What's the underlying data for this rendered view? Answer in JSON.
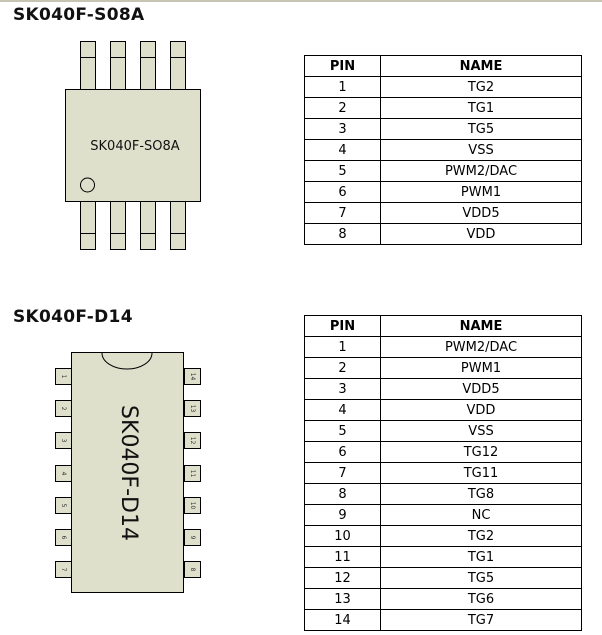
{
  "colors": {
    "chip_fill": "#dee0cc",
    "outline": "#000000"
  },
  "packages": [
    {
      "title": "SK040F-S08A",
      "chip_label": "SK040F-SO8A",
      "table": {
        "headers": [
          "PIN",
          "NAME"
        ],
        "rows": [
          {
            "pin": "1",
            "name": "TG2"
          },
          {
            "pin": "2",
            "name": "TG1"
          },
          {
            "pin": "3",
            "name": "TG5"
          },
          {
            "pin": "4",
            "name": "VSS"
          },
          {
            "pin": "5",
            "name": "PWM2/DAC"
          },
          {
            "pin": "6",
            "name": "PWM1"
          },
          {
            "pin": "7",
            "name": "VDD5"
          },
          {
            "pin": "8",
            "name": "VDD"
          }
        ]
      }
    },
    {
      "title": "SK040F-D14",
      "chip_label": "SK040F-D14",
      "left_pin_labels": [
        "1",
        "2",
        "3",
        "4",
        "5",
        "6",
        "7"
      ],
      "right_pin_labels": [
        "14",
        "13",
        "12",
        "11",
        "10",
        "9",
        "8"
      ],
      "table": {
        "headers": [
          "PIN",
          "NAME"
        ],
        "rows": [
          {
            "pin": "1",
            "name": "PWM2/DAC"
          },
          {
            "pin": "2",
            "name": "PWM1"
          },
          {
            "pin": "3",
            "name": "VDD5"
          },
          {
            "pin": "4",
            "name": "VDD"
          },
          {
            "pin": "5",
            "name": "VSS"
          },
          {
            "pin": "6",
            "name": "TG12"
          },
          {
            "pin": "7",
            "name": "TG11"
          },
          {
            "pin": "8",
            "name": "TG8"
          },
          {
            "pin": "9",
            "name": "NC"
          },
          {
            "pin": "10",
            "name": "TG2"
          },
          {
            "pin": "11",
            "name": "TG1"
          },
          {
            "pin": "12",
            "name": "TG5"
          },
          {
            "pin": "13",
            "name": "TG6"
          },
          {
            "pin": "14",
            "name": "TG7"
          }
        ]
      }
    }
  ]
}
